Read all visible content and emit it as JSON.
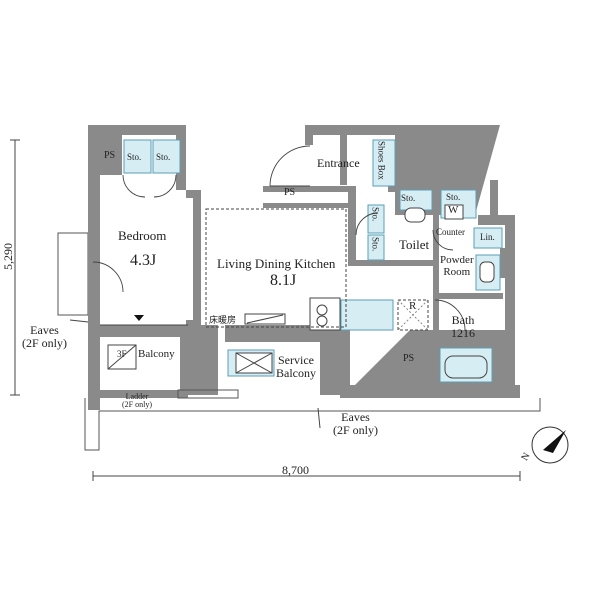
{
  "dimensions": {
    "height": "5,290",
    "width": "8,700"
  },
  "rooms": {
    "bedroom": {
      "name": "Bedroom",
      "size": "4.3J"
    },
    "ldk": {
      "name": "Living Dining Kitchen",
      "size": "8.1J"
    },
    "entrance": "Entrance",
    "shoes_box": "Shoes Box",
    "toilet": "Toilet",
    "powder_room": "Powder\nRoom",
    "bath": "Bath\n1216",
    "balcony": "Balcony",
    "service_balcony": "Service\nBalcony"
  },
  "labels": {
    "ps1": "PS",
    "ps2": "PS",
    "ps3": "PS",
    "sto1": "Sto.",
    "sto2": "Sto.",
    "sto3": "Sto.",
    "sto4": "Sto.",
    "sto5": "Sto.",
    "sto6": "Sto.",
    "w": "W",
    "counter": "Counter",
    "lin": "Lin.",
    "r": "R",
    "floor_heating": "床暖房",
    "three_f": "3F",
    "ladder": "Ladder\n(2F only)",
    "eaves_left": "Eaves\n(2F only)",
    "eaves_bottom": "Eaves\n(2F only)",
    "compass_n": "N"
  },
  "colors": {
    "wall": "#8a8a8a",
    "fixture_fill": "#d6edf3",
    "fixture_line": "#5a9fb4",
    "line": "#444444"
  }
}
